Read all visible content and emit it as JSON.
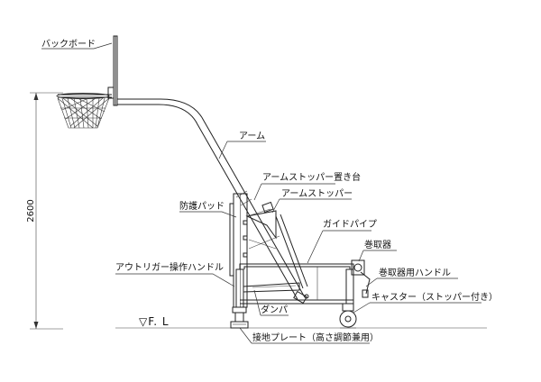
{
  "labels": {
    "backboard": "バックボード",
    "arm": "アーム",
    "arm_stopper_seat": "アームストッパー置き台",
    "arm_stopper": "アームストッパー",
    "pad": "防護パッド",
    "guide_pipe": "ガイドパイプ",
    "winder": "巻取器",
    "outrigger_handle": "アウトリガー操作ハンドル",
    "winder_handle": "巻取器用ハンドル",
    "caster": "キャスター（ストッパー付き）",
    "damper": "ダンパ",
    "ground_plate": "接地プレート（高さ調節兼用）"
  },
  "height_dimension": "2600",
  "floor_level": "▽F. L"
}
